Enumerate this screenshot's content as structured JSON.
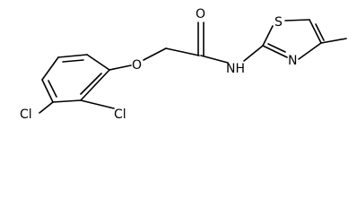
{
  "molecule": {
    "labels": {
      "chloro_left": "Cl",
      "chloro_right": "Cl",
      "ether_oxygen": "O",
      "carbonyl_oxygen": "O",
      "amide_nh": "NH",
      "thiazole_sulfur": "S",
      "thiazole_nitrogen": "N"
    }
  }
}
